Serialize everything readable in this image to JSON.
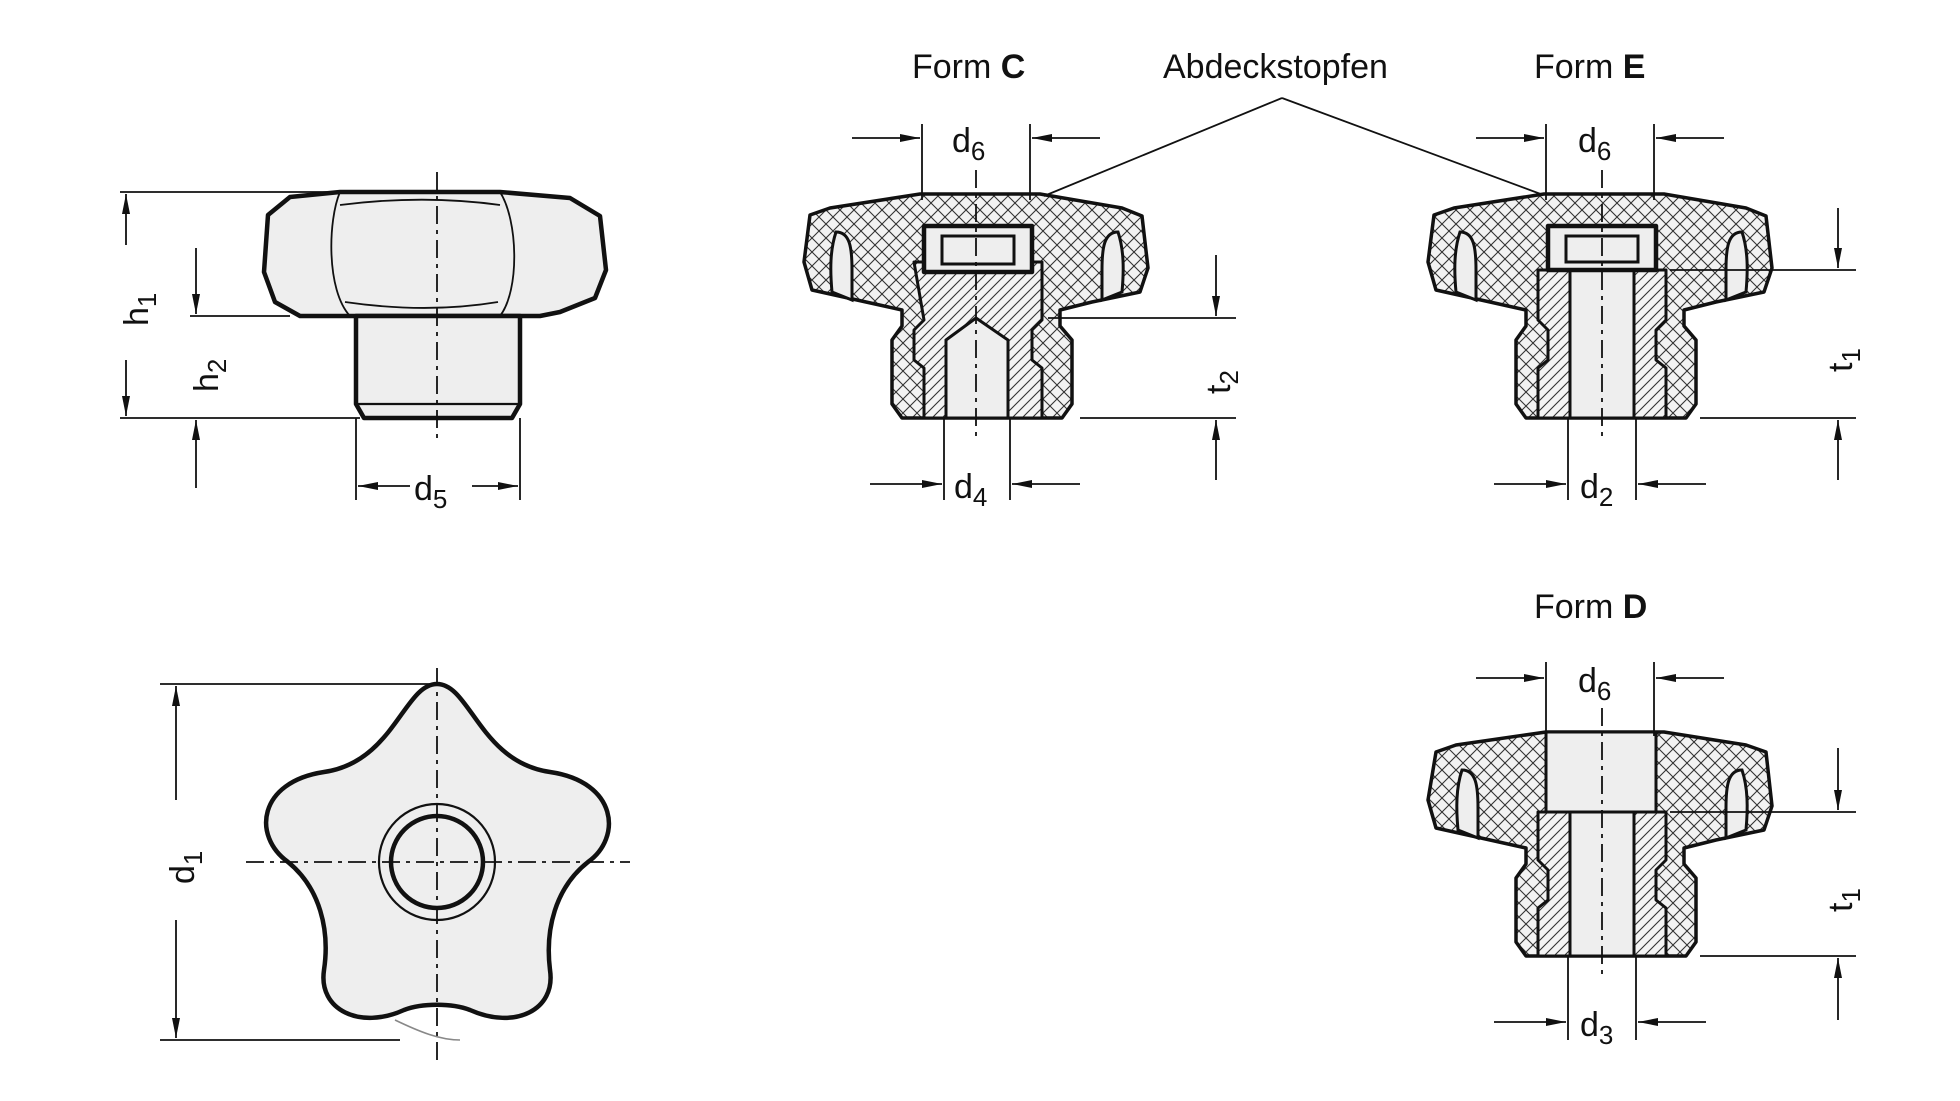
{
  "views": {
    "side_view": {
      "h1": "h",
      "h1_sub": "1",
      "h2": "h",
      "h2_sub": "2",
      "d5": "d",
      "d5_sub": "5"
    },
    "top_view": {
      "d1": "d",
      "d1_sub": "1"
    },
    "form_c": {
      "title_prefix": "Form ",
      "title_letter": "C",
      "d6": "d",
      "d6_sub": "6",
      "d4": "d",
      "d4_sub": "4",
      "t2": "t",
      "t2_sub": "2"
    },
    "plug_callout": {
      "label": "Abdeckstopfen"
    },
    "form_e": {
      "title_prefix": "Form ",
      "title_letter": "E",
      "d6": "d",
      "d6_sub": "6",
      "d2": "d",
      "d2_sub": "2",
      "t1": "t",
      "t1_sub": "1"
    },
    "form_d": {
      "title_prefix": "Form ",
      "title_letter": "D",
      "d6": "d",
      "d6_sub": "6",
      "d3": "d",
      "d3_sub": "3",
      "t1": "t",
      "t1_sub": "1"
    }
  },
  "colors": {
    "line": "#111111",
    "part_fill": "#eeeeee",
    "background": "#ffffff"
  }
}
